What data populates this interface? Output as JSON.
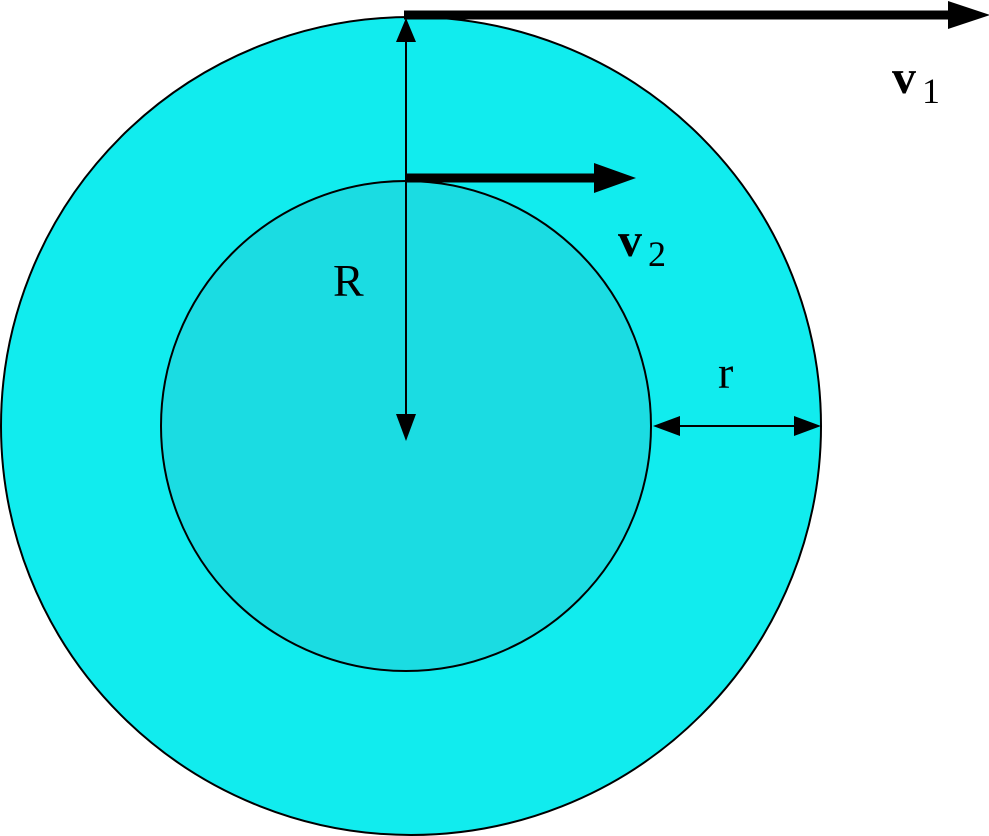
{
  "colors": {
    "outer_disk": "#11ECEE",
    "inner_disk": "#1BDCE2",
    "stroke": "#000000",
    "background": "#FFFFFF"
  },
  "labels": {
    "v1_main": "v",
    "v1_sub": "1",
    "v2_main": "v",
    "v2_sub": "2",
    "big_radius": "R",
    "small_width": "r"
  }
}
